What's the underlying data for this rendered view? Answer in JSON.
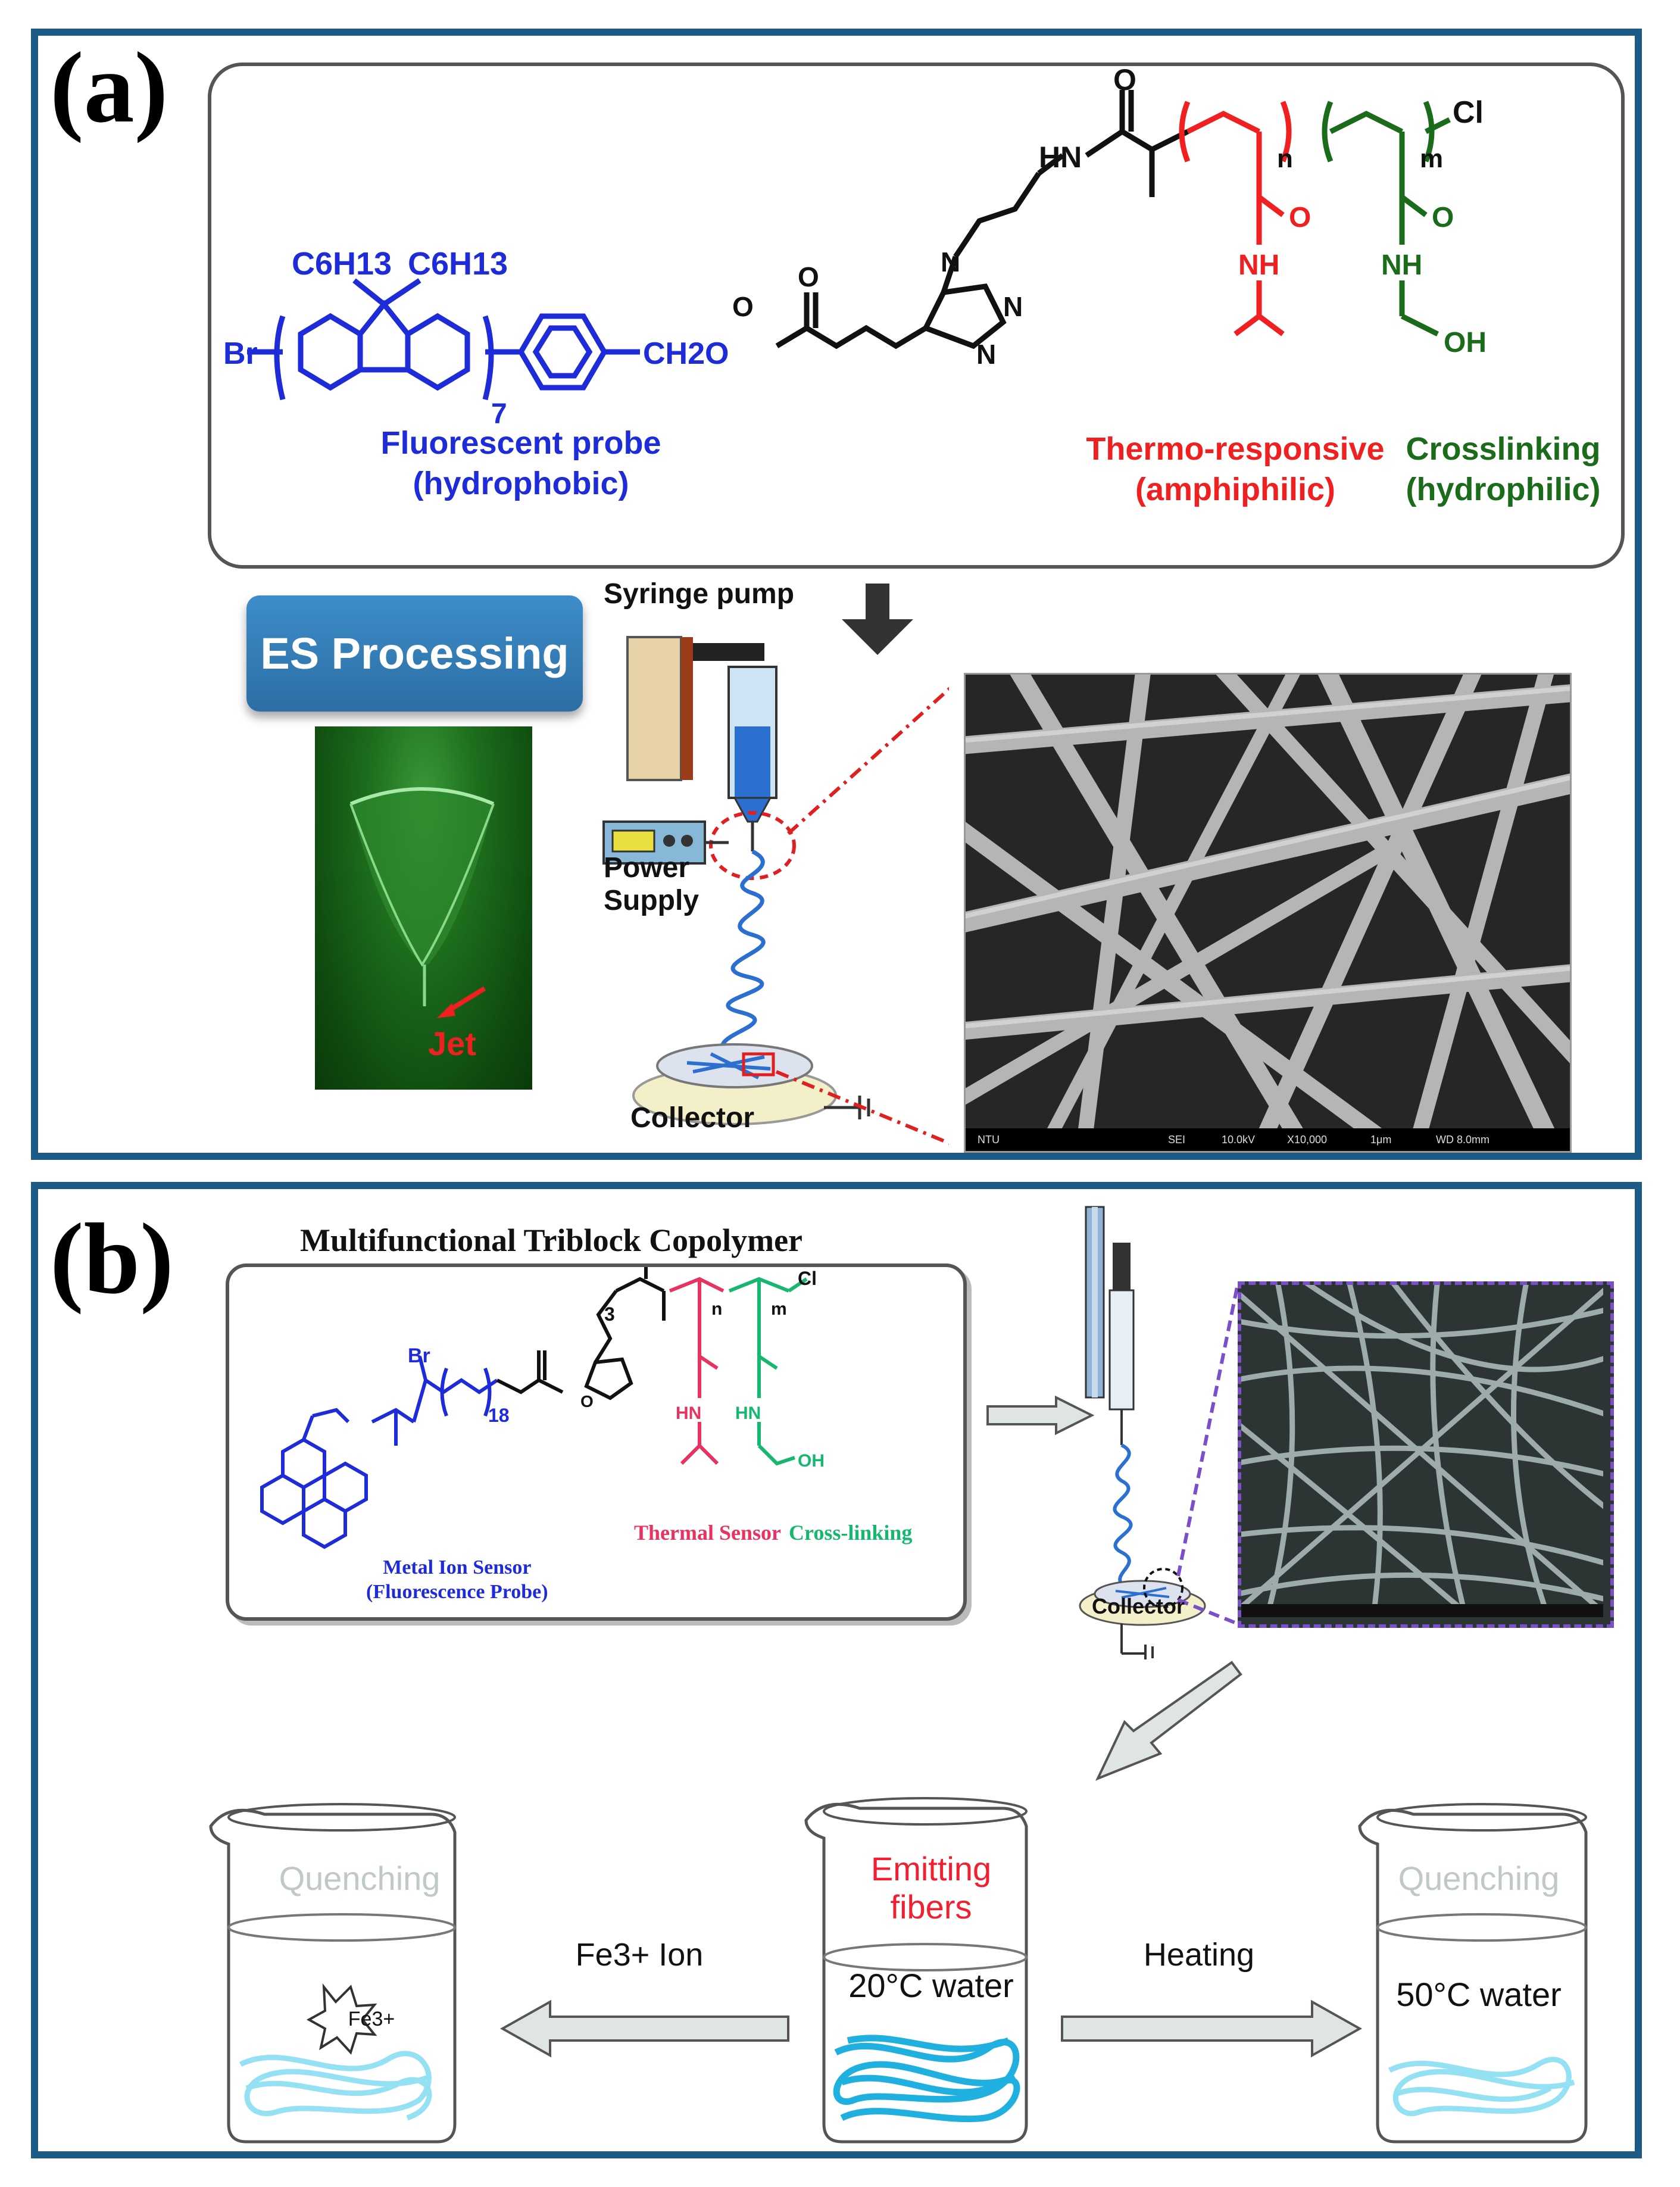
{
  "panel_a": {
    "label": "(a)",
    "chem": {
      "br": "Br",
      "c6h13_left": "C6H13",
      "c6h13_right": "C6H13",
      "subscript_7": "7",
      "ch2o": "CH2O",
      "hn": "HN",
      "o_top": "O",
      "n_sub": "n",
      "m_sub": "m",
      "cl": "Cl",
      "o_red": "O",
      "nh_red": "NH",
      "o_green": "O",
      "nh_green": "NH",
      "oh": "OH",
      "n1": "N",
      "n2": "N",
      "n3": "N",
      "o_ester": "O",
      "o_ester2": "O"
    },
    "labels": {
      "probe_1": "Fluorescent probe",
      "probe_2": "(hydrophobic)",
      "thermo_1": "Thermo-responsive",
      "thermo_2": "(amphiphilic)",
      "cross_1": "Crosslinking",
      "cross_2": "(hydrophilic)"
    },
    "es_button": "ES Processing",
    "jet_label": "Jet",
    "syringe_pump": "Syringe pump",
    "power_1": "Power",
    "power_2": "Supply",
    "collector": "Collector",
    "sem_bar": [
      "NTU",
      "SEI",
      "10.0kV",
      "X10,000",
      "1μm",
      "WD 8.0mm"
    ]
  },
  "panel_b": {
    "label": "(b)",
    "title": "Multifunctional Triblock Copolymer",
    "chem": {
      "br": "Br",
      "n18": "18",
      "n3": "3",
      "n_sub": "n",
      "m_sub": "m",
      "cl": "Cl",
      "nh_red": "HN",
      "nh_green": "HN",
      "oh": "OH",
      "o": "O"
    },
    "thermal_sensor": "Thermal Sensor",
    "cross_linking": "Cross-linking",
    "metal_1": "Metal Ion Sensor",
    "metal_2": "(Fluorescence Probe)",
    "collector": "Collector",
    "beakers": {
      "left_quench": "Quenching",
      "left_ion": "Fe3+",
      "center_1": "Emitting",
      "center_2": "fibers",
      "center_water": "20°C water",
      "right_quench": "Quenching",
      "right_water": "50°C water"
    },
    "arrows": {
      "left": "Fe3+ Ion",
      "right": "Heating"
    }
  },
  "colors": {
    "frame": "#1d5b86",
    "blue": "#1e2bd9",
    "red": "#f02020",
    "green": "#1a6b1a",
    "pink": "#e8325f",
    "teal_green": "#16b86f",
    "fiber_cyan": "#38c4e8"
  }
}
